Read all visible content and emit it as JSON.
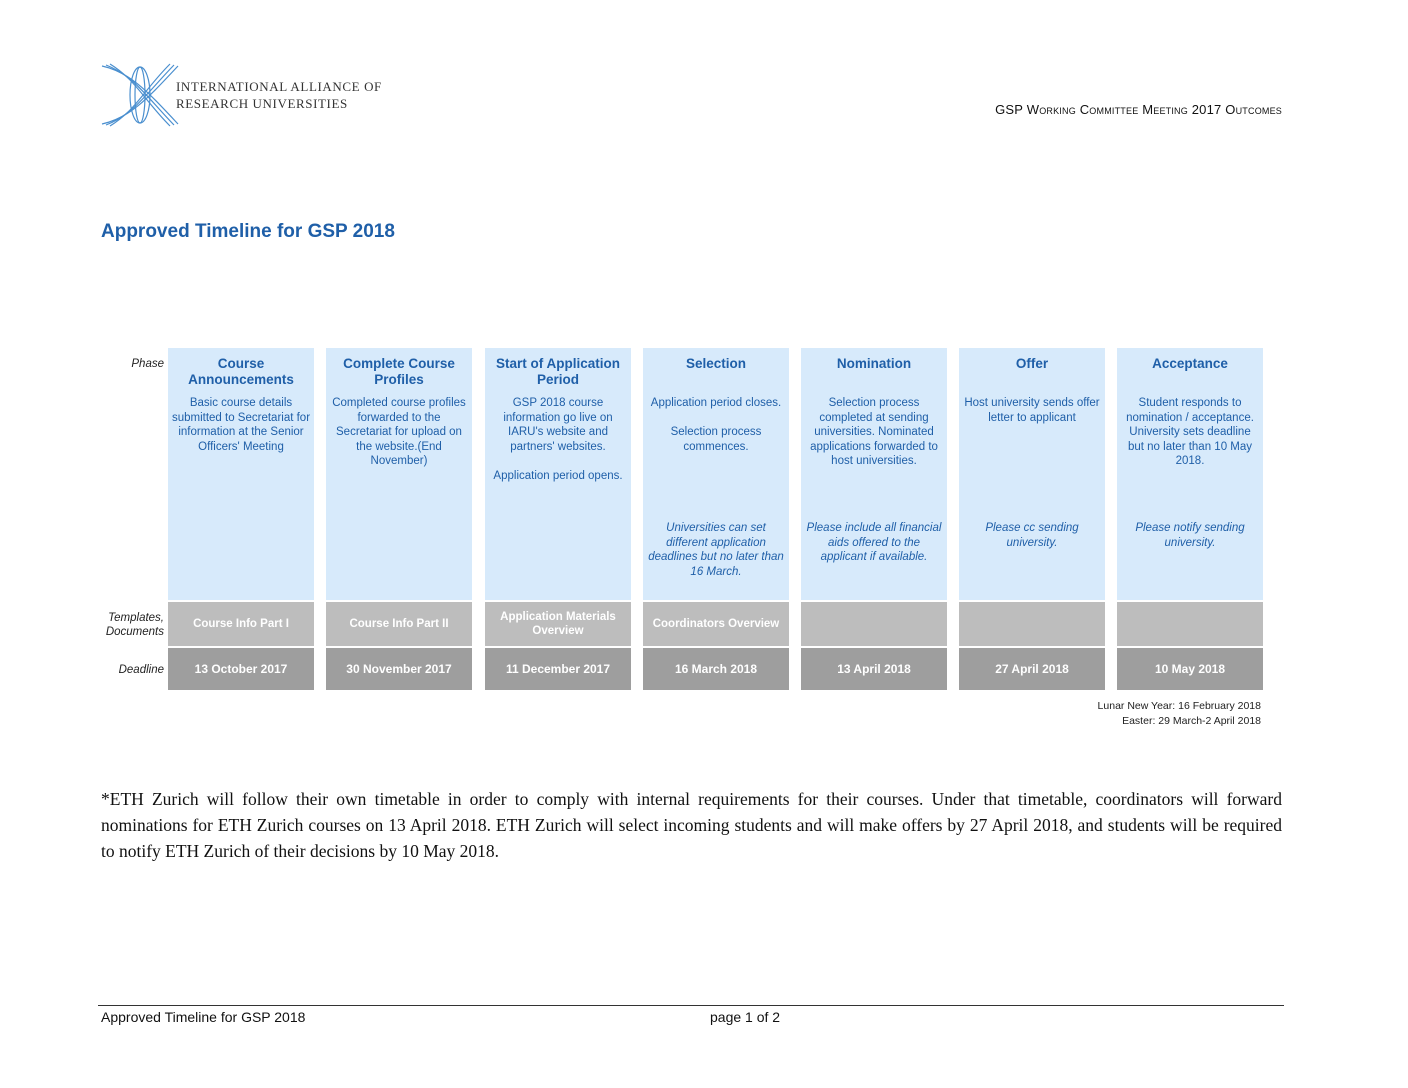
{
  "header": {
    "logo_line1": "INTERNATIONAL ALLIANCE OF",
    "logo_line2": "RESEARCH UNIVERSITIES",
    "doc_heading": "GSP Working Committee Meeting 2017 Outcomes"
  },
  "title": "Approved Timeline for GSP 2018",
  "row_labels": {
    "phase": "Phase",
    "templates": "Templates, Documents",
    "deadline": "Deadline"
  },
  "phases": [
    {
      "name": "Course Announcements",
      "description": "Basic course details submitted to Secretariat for information at the Senior Officers' Meeting",
      "note": "",
      "template": "Course Info Part I",
      "deadline": "13 October 2017"
    },
    {
      "name": "Complete Course Profiles",
      "description": "Completed course profiles forwarded to the Secretariat for upload on the website.(End November)",
      "note": "",
      "template": "Course Info Part II",
      "deadline": "30 November 2017"
    },
    {
      "name": "Start of Application Period",
      "description": "GSP 2018 course information go live on IARU's website and partners' websites.\n\nApplication period opens.",
      "note": "",
      "template": "Application Materials Overview",
      "deadline": "11 December 2017"
    },
    {
      "name": "Selection",
      "description": "Application period closes.\n\nSelection process commences.",
      "note": "Universities can set different application deadlines but no later than 16 March.",
      "template": "Coordinators Overview",
      "deadline": "16 March 2018"
    },
    {
      "name": "Nomination",
      "description": "Selection process completed at sending universities. Nominated applications forwarded to host universities.",
      "note": "Please include all financial aids offered to the applicant if available.",
      "template": "",
      "deadline": "13 April 2018"
    },
    {
      "name": "Offer",
      "description": "Host university sends offer letter to applicant",
      "note": "Please cc sending university.",
      "template": "",
      "deadline": "27 April 2018"
    },
    {
      "name": "Acceptance",
      "description": "Student responds to nomination / acceptance. University sets deadline but no later than 10 May 2018.",
      "note": "Please notify sending university.",
      "template": "",
      "deadline": "10 May 2018"
    }
  ],
  "holidays": {
    "line1": "Lunar New Year: 16 February 2018",
    "line2": "Easter: 29 March-2 April 2018"
  },
  "eth_note": "*ETH Zurich will follow their own timetable in order to comply with internal requirements for their courses.  Under that timetable, coordinators will forward nominations for ETH Zurich courses on 13 April 2018.  ETH Zurich will select incoming students and will make offers by 27 April 2018, and students will be required to notify ETH Zurich of their decisions by 10 May 2018.",
  "footer": {
    "left": "Approved Timeline for GSP 2018",
    "page": "page 1 of 2"
  }
}
